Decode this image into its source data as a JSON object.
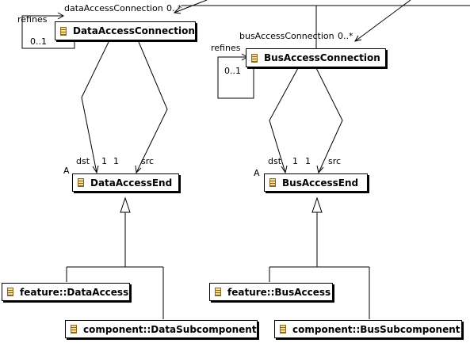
{
  "classes": {
    "data_access_connection": "DataAccessConnection",
    "bus_access_connection": "BusAccessConnection",
    "data_access_end": "DataAccessEnd",
    "bus_access_end": "BusAccessEnd",
    "feature_data_access": "feature::DataAccess",
    "feature_bus_access": "feature::BusAccess",
    "component_data_subcomponent": "component::DataSubcomponent",
    "component_bus_subcomponent": "component::BusSubcomponent"
  },
  "labels": {
    "data_access_connection_role": "dataAccessConnection",
    "data_access_connection_mult": "0..*",
    "bus_access_connection_role": "busAccessConnection",
    "bus_access_connection_mult": "0..*",
    "refines_data": "refines",
    "refines_data_mult": "0..1",
    "refines_bus": "refines",
    "refines_bus_mult": "0..1",
    "data_dst": "dst",
    "data_dst_mult": "1",
    "data_src_mult": "1",
    "data_src": "src",
    "bus_dst": "dst",
    "bus_dst_mult": "1",
    "bus_src_mult": "1",
    "bus_src": "src",
    "data_abstract_marker": "A",
    "bus_abstract_marker": "A"
  }
}
